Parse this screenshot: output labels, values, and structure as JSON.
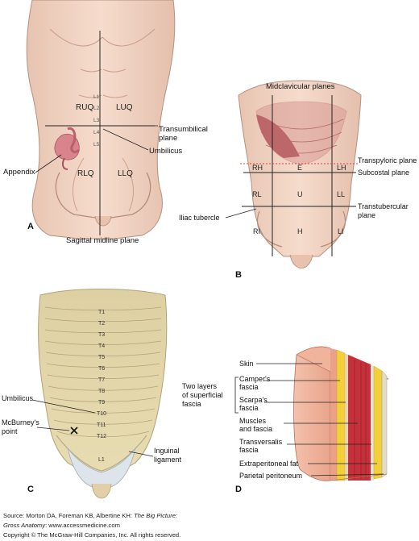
{
  "panels": {
    "a": {
      "letter": "A",
      "regions": [
        "RUQ",
        "LUQ",
        "RLQ",
        "LLQ"
      ],
      "vertebrae": [
        "L1",
        "L2",
        "L3",
        "L4",
        "L5"
      ],
      "labels": {
        "transumbilical": [
          "Transumbilical",
          "plane"
        ],
        "umbilicus": "Umbilicus",
        "appendix": "Appendix",
        "sagittal": "Sagittal midline plane"
      }
    },
    "b": {
      "letter": "B",
      "regions": [
        "RH",
        "E",
        "LH",
        "RL",
        "U",
        "LL",
        "RI",
        "H",
        "LI"
      ],
      "labels": {
        "midclavicular": "Midclavicular planes",
        "transpyloric": "Transpyloric plane",
        "subcostal": "Subcostal plane",
        "transtubercular": [
          "Transtubercular",
          "plane"
        ],
        "iliac": "Iliac tubercle"
      }
    },
    "c": {
      "letter": "C",
      "dermatomes": [
        "T1",
        "T2",
        "T3",
        "T4",
        "T5",
        "T6",
        "T7",
        "T8",
        "T9",
        "T10",
        "T11",
        "T12",
        "L1"
      ],
      "labels": {
        "umbilicus": "Umbilicus",
        "mcburney": [
          "McBurney's",
          "point"
        ],
        "inguinal": [
          "Inguinal",
          "ligament"
        ]
      }
    },
    "d": {
      "letter": "D",
      "labels": {
        "skin": "Skin",
        "campers": [
          "Camper's",
          "fascia"
        ],
        "scarpas": [
          "Scarpa's",
          "fascia"
        ],
        "two_layers": [
          "Two layers",
          "of superficial",
          "fascia"
        ],
        "muscles": [
          "Muscles",
          "and fascia"
        ],
        "transversalis": [
          "Transversalis",
          "fascia"
        ],
        "extraperitoneal": "Extraperitoneal fat",
        "parietal": "Parietal peritoneum"
      }
    }
  },
  "footer": {
    "source_prefix": "Source: Morton DA, Foreman KB, Albertine KH: ",
    "source_title": "The Big Picture:",
    "source_title2": "Gross Anatomy",
    "source_suffix": ": www.accessmedicine.com",
    "copyright": "Copyright © The McGraw-Hill Companies, Inc. All rights reserved."
  }
}
